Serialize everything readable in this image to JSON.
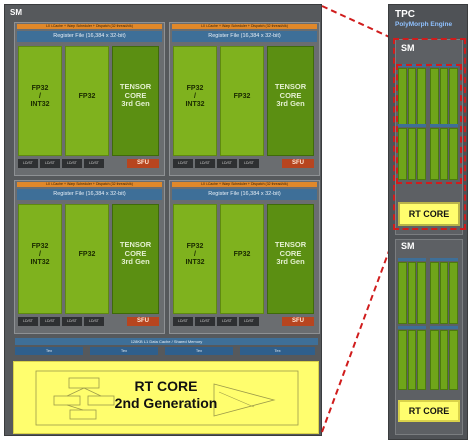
{
  "sm_panel": {
    "title": "SM",
    "quadrants": [
      {
        "l0_label": "L0 i-Cache + Warp Scheduler + Dispatch (32 thread/clk)",
        "register_file": "Register File (16,384 x 32-bit)",
        "fp_core_1": "FP32\n/\nINT32",
        "fp_core_2": "FP32",
        "tensor": "TENSOR\nCORE\n3rd Gen",
        "ldst": "LD/ST",
        "sfu": "SFU"
      },
      {
        "l0_label": "L0 i-Cache + Warp Scheduler + Dispatch (32 thread/clk)",
        "register_file": "Register File (16,384 x 32-bit)",
        "fp_core_1": "FP32\n/\nINT32",
        "fp_core_2": "FP32",
        "tensor": "TENSOR\nCORE\n3rd Gen",
        "ldst": "LD/ST",
        "sfu": "SFU"
      },
      {
        "l0_label": "L0 i-Cache + Warp Scheduler + Dispatch (32 thread/clk)",
        "register_file": "Register File (16,384 x 32-bit)",
        "fp_core_1": "FP32\n/\nINT32",
        "fp_core_2": "FP32",
        "tensor": "TENSOR\nCORE\n3rd Gen",
        "ldst": "LD/ST",
        "sfu": "SFU"
      },
      {
        "l0_label": "L0 i-Cache + Warp Scheduler + Dispatch (32 thread/clk)",
        "register_file": "Register File (16,384 x 32-bit)",
        "fp_core_1": "FP32\n/\nINT32",
        "fp_core_2": "FP32",
        "tensor": "TENSOR\nCORE\n3rd Gen",
        "ldst": "LD/ST",
        "sfu": "SFU"
      }
    ],
    "l1_cache": "128KB L1 Data Cache / Shared Memory",
    "tex_label": "Tex",
    "rt_core_line1": "RT CORE",
    "rt_core_line2": "2nd Generation"
  },
  "tpc": {
    "title": "TPC",
    "engine": "PolyMorph Engine",
    "sm_labels": [
      "SM",
      "SM"
    ],
    "rt_core_labels": [
      "RT CORE",
      "RT CORE"
    ]
  },
  "colors": {
    "accent_red": "#d01c1c",
    "core_green": "#7fb21e",
    "rt_yellow": "#fffe6e",
    "register_blue": "#3e6f98"
  }
}
